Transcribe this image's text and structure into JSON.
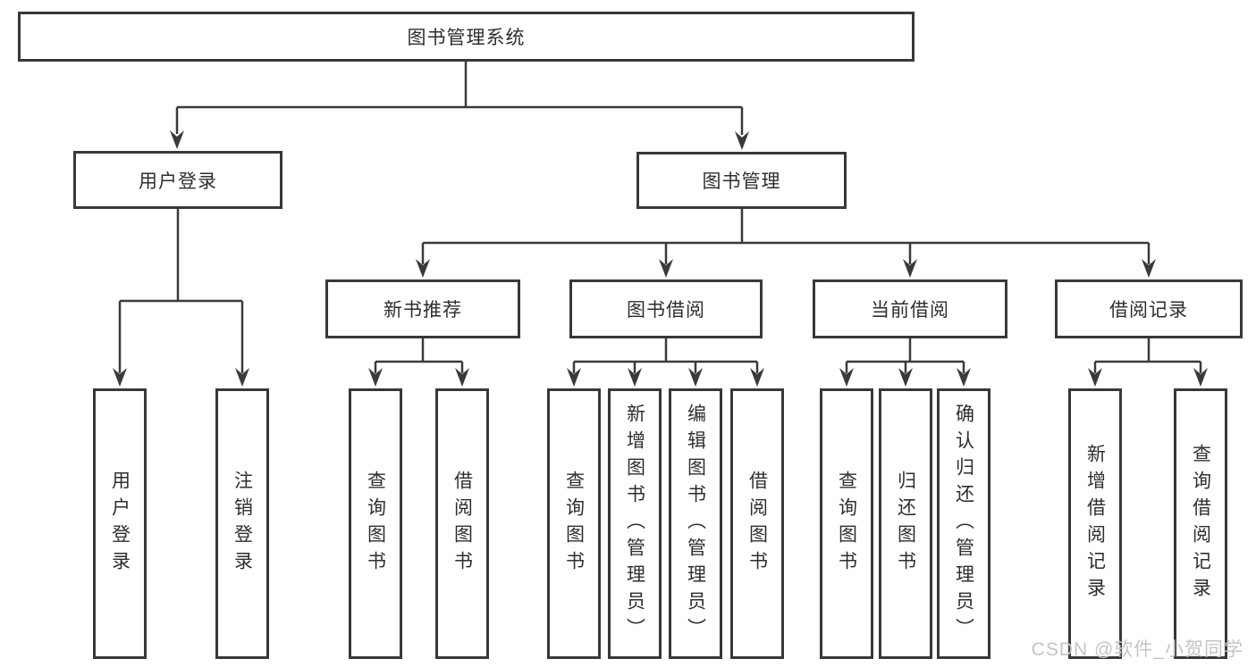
{
  "tree": {
    "root": {
      "label": "图书管理系统",
      "children": [
        {
          "label": "用户登录",
          "children": [
            {
              "label": "用户登录"
            },
            {
              "label": "注销登录"
            }
          ]
        },
        {
          "label": "图书管理",
          "children": [
            {
              "label": "新书推荐",
              "children": [
                {
                  "label": "查询图书"
                },
                {
                  "label": "借阅图书"
                }
              ]
            },
            {
              "label": "图书借阅",
              "children": [
                {
                  "label": "查询图书"
                },
                {
                  "label": "新增图书（管理员）"
                },
                {
                  "label": "编辑图书（管理员）"
                },
                {
                  "label": "借阅图书"
                }
              ]
            },
            {
              "label": "当前借阅",
              "children": [
                {
                  "label": "查询图书"
                },
                {
                  "label": "归还图书"
                },
                {
                  "label": "确认归还（管理员）"
                }
              ]
            },
            {
              "label": "借阅记录",
              "children": [
                {
                  "label": "新增借阅记录"
                },
                {
                  "label": "查询借阅记录"
                }
              ]
            }
          ]
        }
      ]
    }
  },
  "watermark": {
    "text": "CSDN @软件_小贺同学"
  },
  "colors": {
    "line": "#3a3a3a",
    "box_border": "#383838",
    "text": "#2e2e2e",
    "watermark": "#c4c4c4",
    "background": "#ffffff"
  }
}
